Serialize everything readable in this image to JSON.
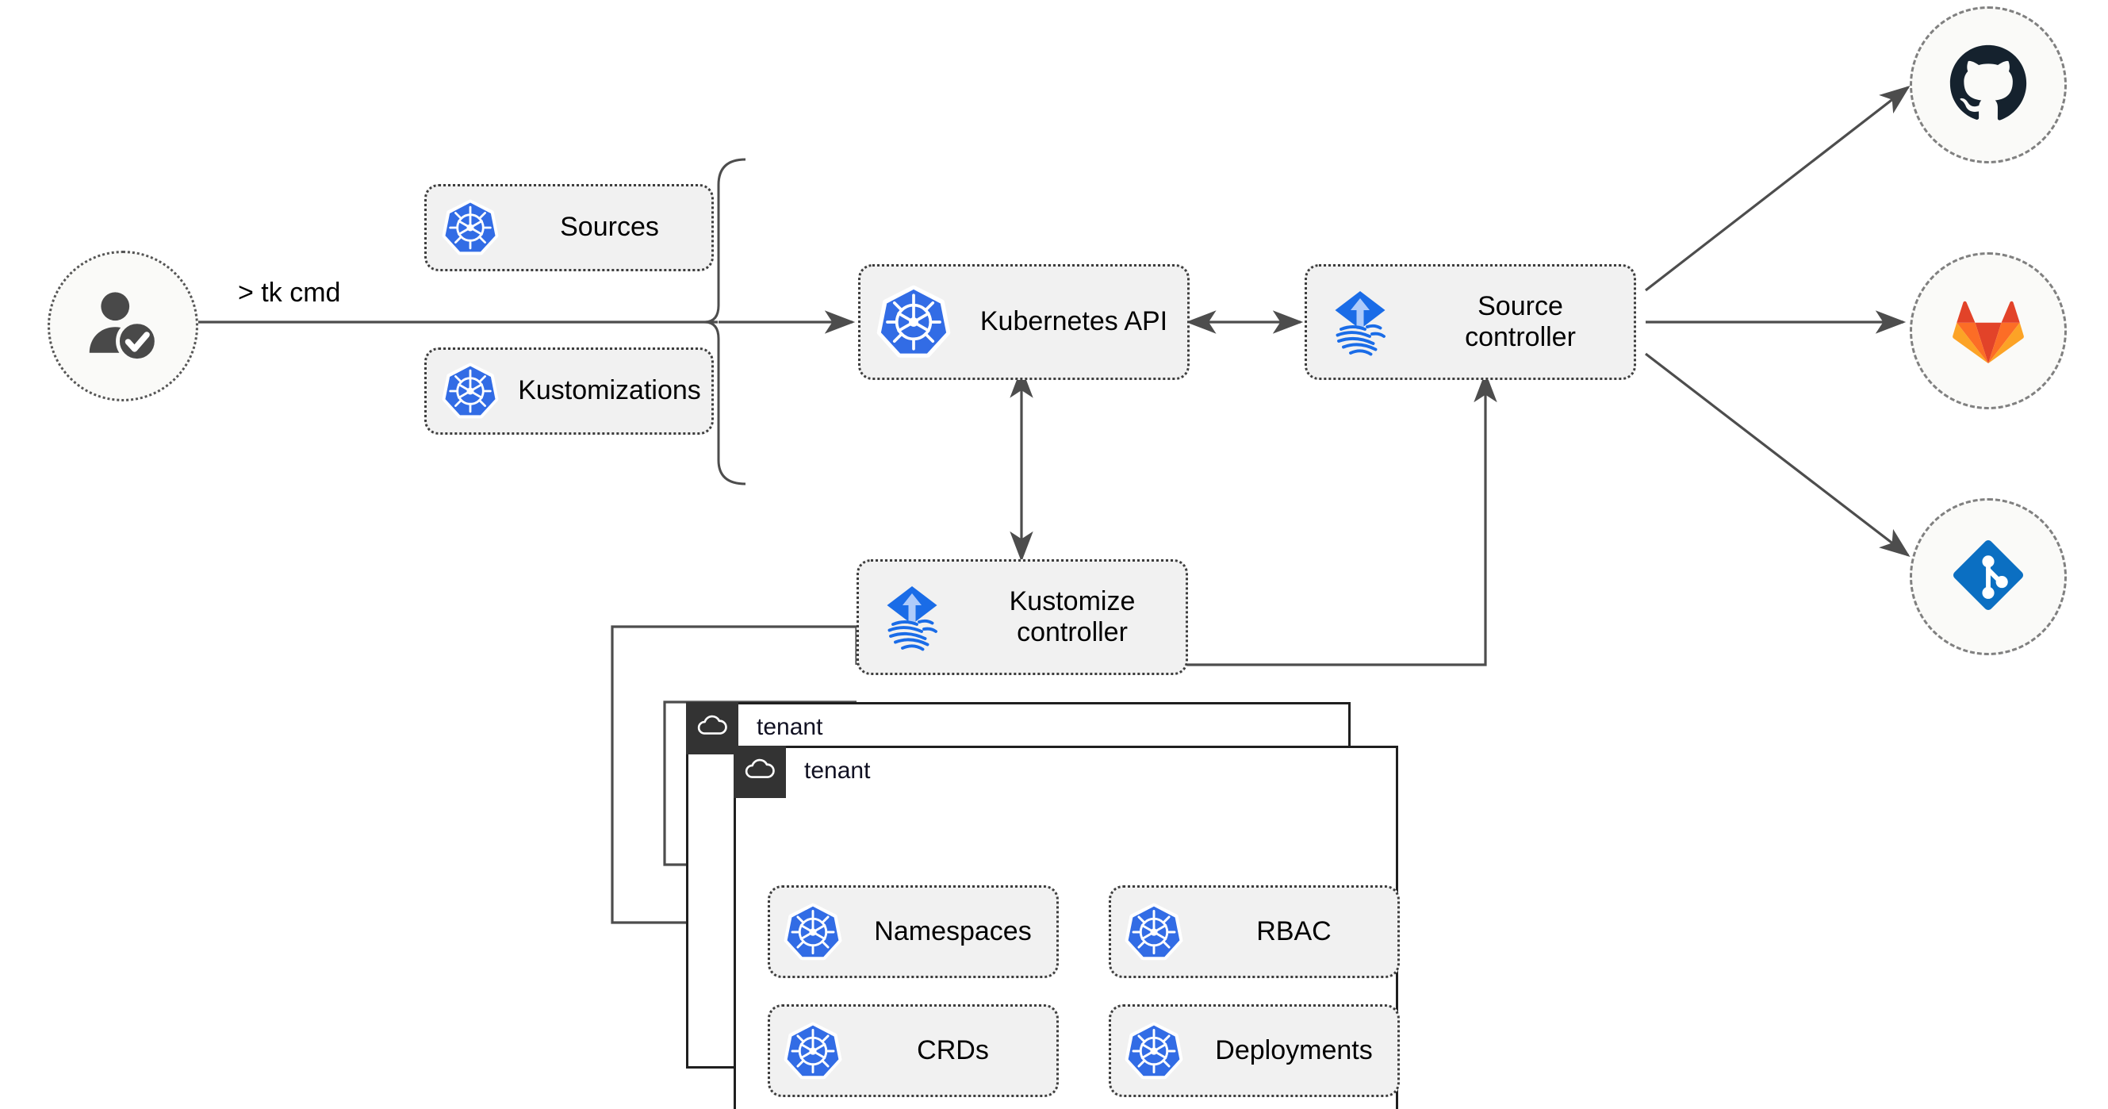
{
  "diagram": {
    "title": "Flux multi-tenancy GitOps architecture",
    "colors": {
      "kubernetes_blue": "#326ce5",
      "flux_blue": "#1a6ce7",
      "flux_arrow": "#aecbfa",
      "github_dark": "#15222e",
      "gitlab_red": "#e24329",
      "gitlab_orange": "#fc6d26",
      "gitlab_light_orange": "#fca326",
      "git_blue": "#0b6fc2",
      "node_fill": "#f1f1f1",
      "node_border": "#3d3d3d",
      "cluster_header": "#333333",
      "line": "#4d4d4d"
    }
  },
  "actor": {
    "name": "user",
    "icon": "user-verified-icon"
  },
  "command": {
    "text": "> tk cmd"
  },
  "resource_group": {
    "brace": "right-curly-brace",
    "items": [
      {
        "label": "Sources",
        "icon": "kubernetes-icon"
      },
      {
        "label": "Kustomizations",
        "icon": "kubernetes-icon"
      }
    ]
  },
  "core": {
    "kubernetes_api": {
      "label": "Kubernetes API",
      "icon": "kubernetes-icon"
    },
    "source_controller": {
      "label": "Source\ncontroller",
      "icon": "flux-icon"
    },
    "kustomize_controller": {
      "label": "Kustomize\ncontroller",
      "icon": "flux-icon"
    }
  },
  "providers": [
    {
      "name": "github",
      "icon": "github-icon"
    },
    {
      "name": "gitlab",
      "icon": "gitlab-icon"
    },
    {
      "name": "git",
      "icon": "git-icon"
    }
  ],
  "tenants": [
    {
      "title": "tenant",
      "icon": "cloud-icon"
    },
    {
      "title": "tenant",
      "icon": "cloud-icon",
      "resources": [
        {
          "label": "Namespaces",
          "icon": "kubernetes-icon"
        },
        {
          "label": "RBAC",
          "icon": "kubernetes-icon"
        },
        {
          "label": "CRDs",
          "icon": "kubernetes-icon"
        },
        {
          "label": "Deployments",
          "icon": "kubernetes-icon"
        }
      ]
    }
  ],
  "connections": [
    {
      "from": "user",
      "to": "resource-group",
      "label": "> tk cmd",
      "style": "solid"
    },
    {
      "from": "resource-group",
      "to": "kubernetes-api",
      "style": "arrow"
    },
    {
      "from": "kubernetes-api",
      "to": "source-controller",
      "style": "double-arrow"
    },
    {
      "from": "kubernetes-api",
      "to": "kustomize-controller",
      "style": "double-arrow"
    },
    {
      "from": "kustomize-controller",
      "to": "source-controller",
      "style": "arrow"
    },
    {
      "from": "source-controller",
      "to": "github",
      "style": "arrow"
    },
    {
      "from": "source-controller",
      "to": "gitlab",
      "style": "arrow"
    },
    {
      "from": "source-controller",
      "to": "git",
      "style": "arrow"
    },
    {
      "from": "kustomize-controller",
      "to": "tenant-1",
      "style": "arrow"
    },
    {
      "from": "kustomize-controller",
      "to": "tenant-2",
      "style": "arrow"
    }
  ]
}
